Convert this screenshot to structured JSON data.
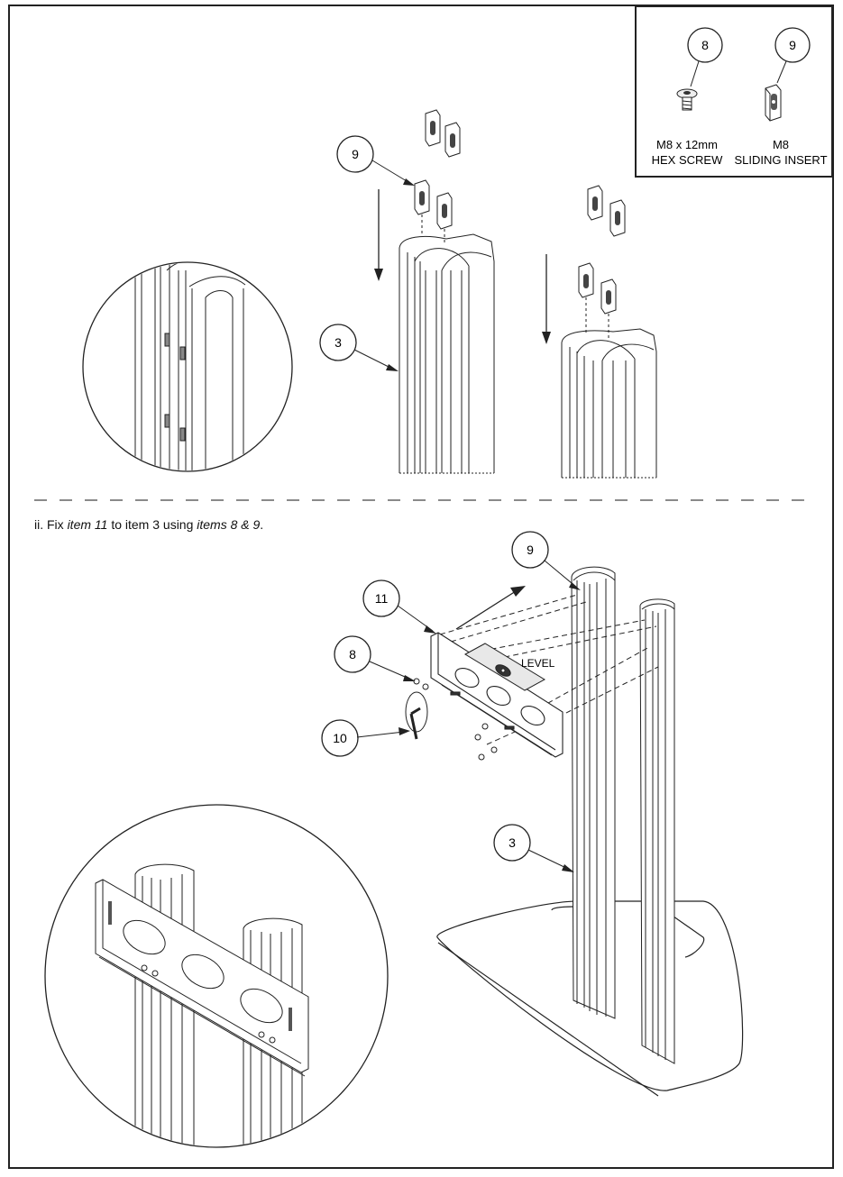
{
  "legend": {
    "items": [
      {
        "number": "8",
        "line1": "M8 x 12mm",
        "line2": "HEX SCREW"
      },
      {
        "number": "9",
        "line1": "M8",
        "line2": "SLIDING INSERT"
      }
    ]
  },
  "top_callouts": {
    "insert": "9",
    "column": "3"
  },
  "instruction": {
    "prefix": "ii. Fix ",
    "item_a": "item 11",
    "middle": " to item 3 using ",
    "item_b": "items 8 & 9",
    "suffix": "."
  },
  "bottom_callouts": {
    "insert": "9",
    "bracket": "11",
    "screw": "8",
    "tool": "10",
    "column": "3"
  },
  "level_label": "LEVEL"
}
